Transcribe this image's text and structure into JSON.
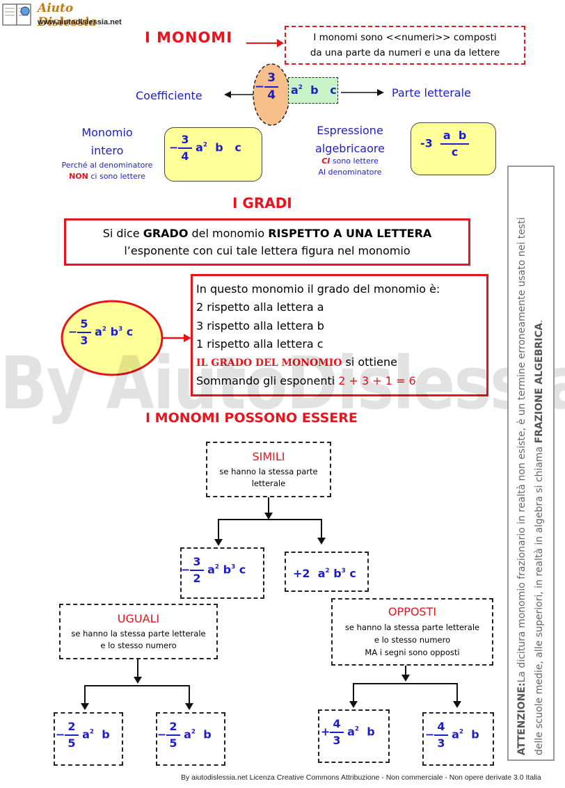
{
  "header": {
    "logo_text": "Aiuto Dislessia",
    "url": "www.aiutodislessia.net"
  },
  "monomi": {
    "title": "I MONOMI",
    "definition_line1": "I monomi sono <<numeri>> composti",
    "definition_line2": "da una parte da numeri e una da lettere",
    "coeff_label": "Coefficiente",
    "parte_label": "Parte letterale",
    "example": {
      "sign": "−",
      "num": "3",
      "den": "4",
      "letters": [
        "a",
        "b",
        "c"
      ],
      "exp_a": "2"
    }
  },
  "intero": {
    "title_line1": "Monomio",
    "title_line2": "intero",
    "note_line1": "Perché al denominatore",
    "note_word": "NON",
    "note_line2": "ci sono lettere",
    "expr": {
      "sign": "−",
      "num": "3",
      "den": "4",
      "a": "a",
      "exp": "2",
      "b": "b",
      "c": "c"
    }
  },
  "espressione": {
    "title_line1": "Espressione",
    "title_line2": "algebricaore",
    "note_word": "CI",
    "note_line1": "sono lettere",
    "note_line2": "Al denominatore",
    "expr": {
      "coef": "-3",
      "num": "a  b",
      "den": "c"
    }
  },
  "gradi": {
    "title": "I GRADI",
    "def_prefix": "Si dice ",
    "def_bold1": "GRADO",
    "def_mid": " del monomio ",
    "def_bold2": "RISPETTO A UNA LETTERA",
    "def_line2": "l’esponente con cui tale lettera  figura nel monomio",
    "example": {
      "sign": "−",
      "num": "5",
      "den": "3",
      "a": "a",
      "exp_a": "2",
      "b": "b",
      "exp_b": "3",
      "c": "c"
    },
    "lines": [
      "In questo monomio il grado del monomio è:",
      "2 rispetto alla lettera a",
      "3 rispetto alla lettera b",
      "1 rispetto alla lettera c"
    ],
    "grado_label": "IL GRADO DEL MONOMIO",
    "grado_suffix": " si ottiene",
    "sum_prefix": "Sommando gli esponenti ",
    "sum_value": "2 + 3 + 1 = 6"
  },
  "possono": {
    "title": "I MONOMI POSSONO ESSERE",
    "simili": {
      "title": "SIMILI",
      "line1": "se hanno la stessa parte",
      "line2": "letterale"
    },
    "simili_ex1": {
      "sign": "−",
      "num": "3",
      "den": "2",
      "a": "a",
      "exp_a": "2",
      "b": "b",
      "exp_b": "3",
      "c": "c"
    },
    "simili_ex2": {
      "text": "+2",
      "a": "a",
      "exp_a": "2",
      "b": "b",
      "exp_b": "3",
      "c": "c"
    },
    "uguali": {
      "title": "UGUALI",
      "line1": "se hanno la stessa parte letterale",
      "line2": "e  lo stesso numero"
    },
    "uguali_ex": {
      "sign": "−",
      "num": "2",
      "den": "5",
      "a": "a",
      "exp": "2",
      "b": "b"
    },
    "opposti": {
      "title": "OPPOSTI",
      "line1": "se hanno la stessa parte letterale",
      "line2": "e lo stesso numero",
      "line3": "MA i segni sono opposti"
    },
    "opposti_ex1": {
      "sign": "+",
      "num": "4",
      "den": "3",
      "a": "a",
      "exp": "2",
      "b": "b"
    },
    "opposti_ex2": {
      "sign": "−",
      "num": "4",
      "den": "3",
      "a": "a",
      "exp": "2",
      "b": "b"
    }
  },
  "watermark": "By AiutoDislessia.net",
  "side_note": {
    "bold": "ATTENZIONE:",
    "text1": "La dicitura monomio frazionario in realtà non esiste, è un termine erroneamente usato nei testi",
    "text2": "delle scuole medie, alle superiori, in realtà in algebra si chiama ",
    "bold2": "FRAZIONE ALGEBRICA",
    "end": "."
  },
  "footer": "By aiutodislessia.net Licenza Creative Commons Attribuzione - Non commerciale - Non opere derivate 3.0 Italia"
}
